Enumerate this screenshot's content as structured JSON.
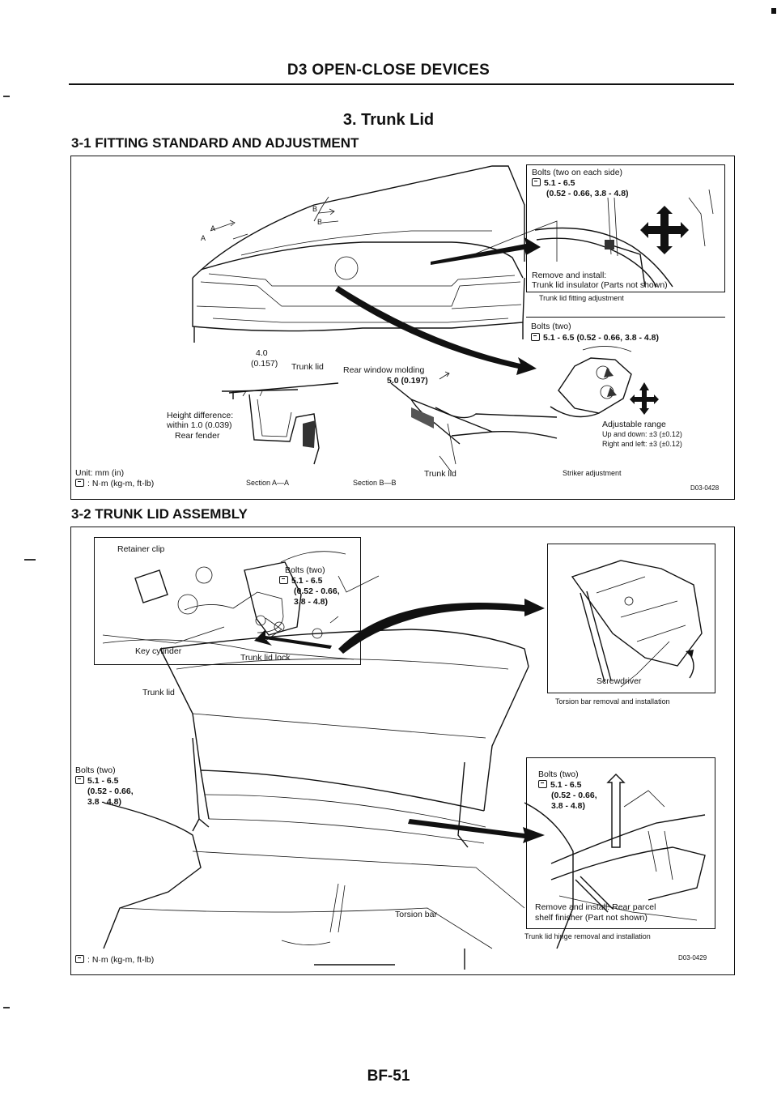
{
  "header": "D3 OPEN-CLOSE DEVICES",
  "title": "3. Trunk Lid",
  "section1": {
    "heading": "3-1 FITTING STANDARD AND ADJUSTMENT",
    "unit": "Unit: mm (in)",
    "torque_unit": ": N·m (kg-m, ft-lb)",
    "gap_value": "4.0",
    "gap_value_in": "(0.157)",
    "trunk_lid": "Trunk lid",
    "height_diff_1": "Height difference:",
    "height_diff_2": "within 1.0 (0.039)",
    "rear_fender": "Rear fender",
    "section_aa": "Section A—A",
    "rear_window_molding": "Rear window molding",
    "molding_gap": "5.0 (0.197)",
    "trunk_lid_b": "Trunk lid",
    "section_bb": "Section B—B",
    "label_a": "A",
    "label_b": "B",
    "fitting": {
      "bolts": "Bolts (two on each side)",
      "torque": "5.1 - 6.5",
      "torque2": "(0.52 - 0.66, 3.8 - 4.8)",
      "remove": "Remove and install:",
      "insulator": "Trunk lid insulator (Parts not shown)",
      "caption": "Trunk lid fitting adjustment"
    },
    "striker": {
      "bolts": "Bolts (two)",
      "torque": "5.1 - 6.5 (0.52 - 0.66, 3.8 - 4.8)",
      "range": "Adjustable range",
      "updown": "Up and down: ±3 (±0.12)",
      "rightleft": "Right and left: ±3 (±0.12)",
      "caption": "Striker adjustment"
    },
    "code": "D03-0428"
  },
  "section2": {
    "heading": "3-2 TRUNK LID ASSEMBLY",
    "retainer_clip": "Retainer clip",
    "lock_bolts": "Bolts (two)",
    "lock_torque": "5.1 - 6.5",
    "lock_torque2": "(0.52 - 0.66,",
    "lock_torque3": "3.8 - 4.8)",
    "key_cylinder": "Key cylinder",
    "trunk_lid_lock": "Trunk lid lock",
    "trunk_lid": "Trunk lid",
    "left_bolts": "Bolts (two)",
    "left_torque": "5.1 - 6.5",
    "left_torque2": "(0.52 - 0.66,",
    "left_torque3": "3.8 - 4.8)",
    "torsion_bar": "Torsion bar",
    "torque_unit": ": N·m (kg-m, ft-lb)",
    "screwdriver": "Screwdriver",
    "torsion_caption": "Torsion bar removal and installation",
    "hinge": {
      "bolts": "Bolts (two)",
      "torque": "5.1 - 6.5",
      "torque2": "(0.52 - 0.66,",
      "torque3": "3.8 - 4.8)",
      "remove": "Remove and install: Rear parcel",
      "shelf": "shelf finisher (Part not shown)",
      "caption": "Trunk lid hinge removal and installation"
    },
    "code": "D03-0429"
  },
  "page_number": "BF-51"
}
